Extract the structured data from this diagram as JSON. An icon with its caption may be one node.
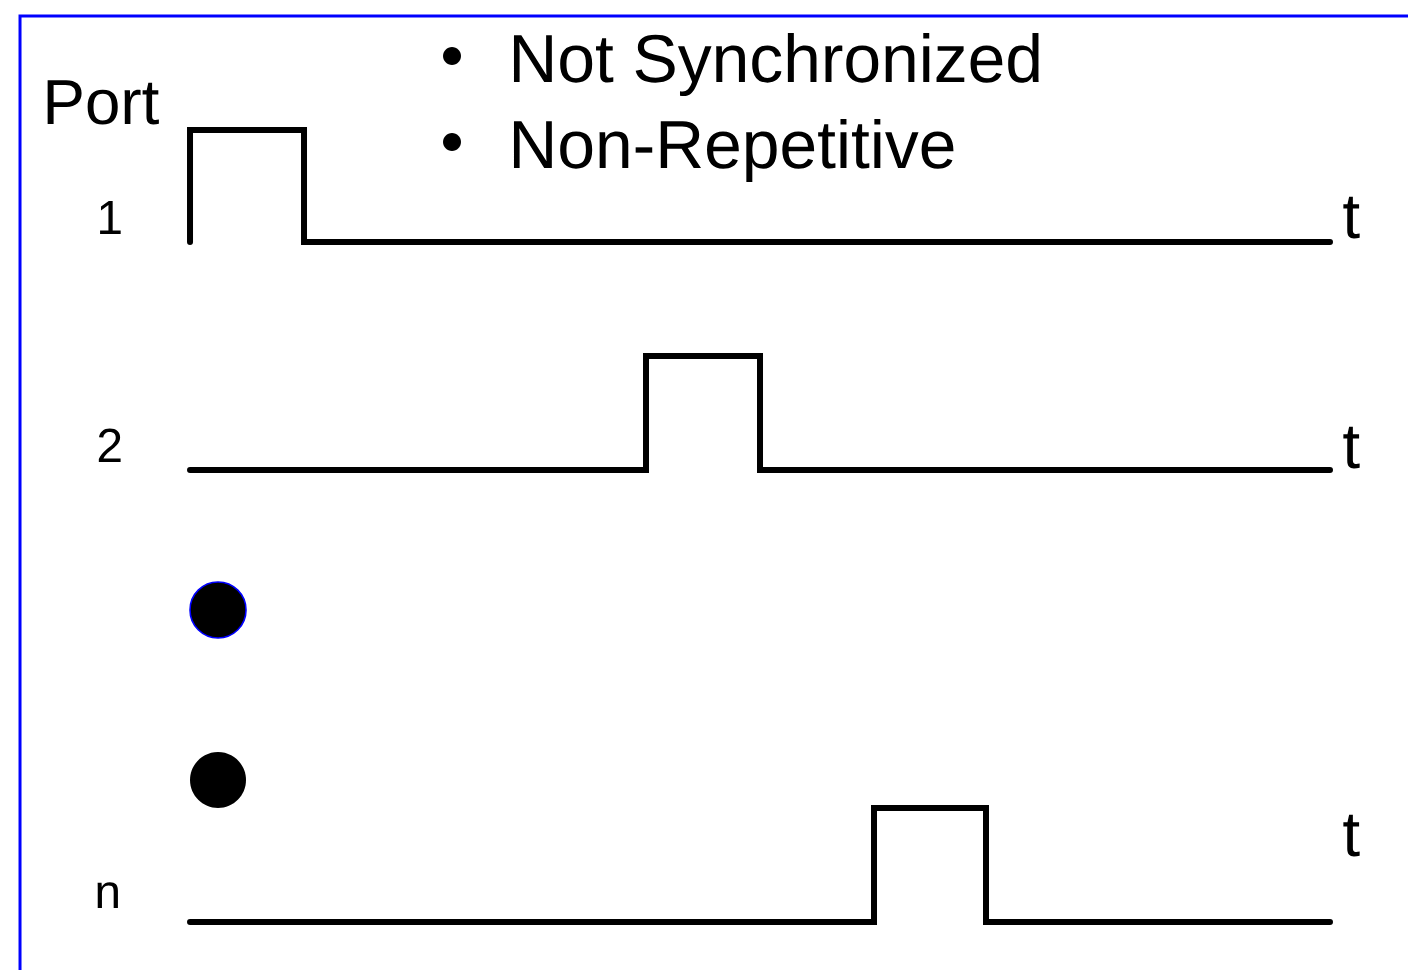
{
  "diagram": {
    "labels": [
      "Not Synchronized",
      "Port",
      "Non-Repetitive",
      "1",
      "t",
      "2",
      "t",
      "t",
      "n"
    ]
  }
}
